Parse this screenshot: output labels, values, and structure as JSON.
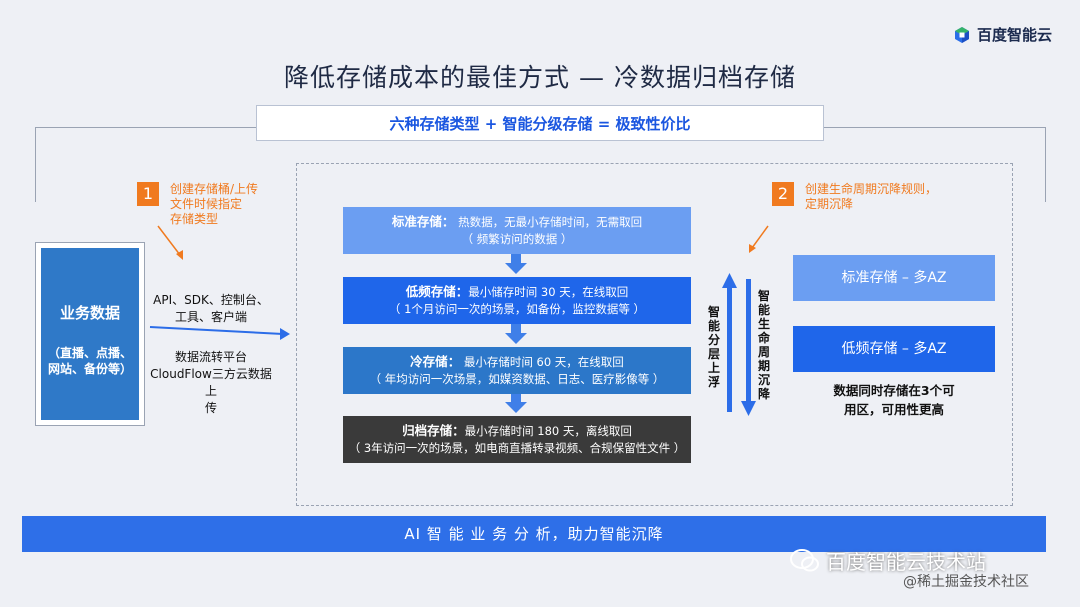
{
  "brand": {
    "logo_text": "百度智能云"
  },
  "title": "降低存储成本的最佳方式 — 冷数据归档存储",
  "subtitle": "六种存储类型 + 智能分级存储 = 极致性价比",
  "business": {
    "title": "业务数据",
    "sub": [
      "（直播、点播、",
      "网站、备份等）"
    ]
  },
  "step1": {
    "num": "1",
    "note": [
      "创建存储桶/上传",
      "文件时候指定",
      "存储类型"
    ]
  },
  "step2": {
    "num": "2",
    "note": [
      "创建生命周期沉降规则，",
      "定期沉降"
    ]
  },
  "access": {
    "lines": [
      "API、SDK、控制台、",
      "工具、客户端"
    ]
  },
  "flow": {
    "lines": [
      "数据流转平台",
      "CloudFlow三方云数据上",
      "传"
    ]
  },
  "tiers": [
    {
      "name": "标准存储",
      "desc": "热数据，无最小存储时间，无需取回",
      "detail": "（ 频繁访问的数据 ）"
    },
    {
      "name": "低频存储",
      "desc": "最小储存时间 30 天，在线取回",
      "detail": "（ 1个月访问一次的场景，如备份，监控数据等 ）"
    },
    {
      "name": "冷存储",
      "desc": "最小存储时间 60 天，在线取回",
      "detail": "（ 年均访问一次场景，如媒资数据、日志、医疗影像等 ）"
    },
    {
      "name": "归档存储",
      "desc": "最小存储时间 180 天，离线取回",
      "detail": "（ 3年访问一次的场景，如电商直播转录视频、合规保留性文件 ）"
    }
  ],
  "vertical_up": "智能分层上浮",
  "vertical_down": "智能生命周期沉降",
  "az_boxes": [
    "标准存储 – 多AZ",
    "低频存储 – 多AZ"
  ],
  "az_note": [
    "数据同时存储在3个可",
    "用区，可用性更高"
  ],
  "banner": "AI 智 能 业 务 分 析，助力智能沉降",
  "watermark": {
    "account": "百度智能云技术站",
    "community": "@稀土掘金技术社区"
  },
  "colors": {
    "accent_blue": "#1f66ea",
    "light_blue": "#6b9ef2",
    "orange": "#f07a1f",
    "archive": "#3a3a3a"
  }
}
